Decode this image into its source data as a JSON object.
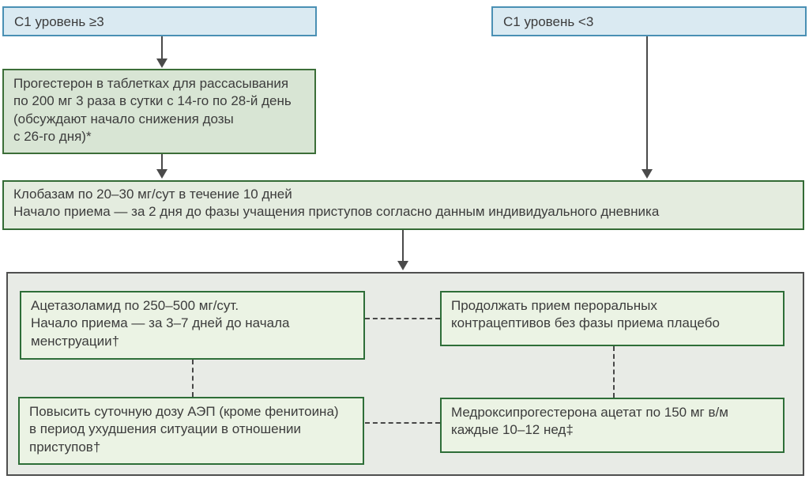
{
  "diagram": {
    "type": "clinical-flowchart",
    "language": "ru",
    "top_left_box": "C1 уровень ≥3",
    "top_right_box": "C1 уровень <3",
    "progesterone_box": "Прогестерон в таблетках для рассасывания\nпо 200 мг 3 раза в сутки с 14-го по 28-й день\n(обсуждают начало снижения дозы\nс 26-го дня)*",
    "clobazam_box": "Клобазам по 20–30 мг/сут в течение 10 дней\nНачало приема — за 2 дня до фазы учащения приступов согласно данным индивидуального дневника",
    "acetazolamide_box": "Ацетазоламид по 250–500 мг/сут.\nНачало приема — за 3–7 дней до начала\nменструации†",
    "oral_contraceptives_box": "Продолжать прием пероральных\nконтрацептивов без фазы приема плацебо",
    "aep_dose_box": "Повысить суточную дозу АЭП (кроме фенитоина)\nв период ухудшения ситуации в отношении\nприступов†",
    "medroxyprogesterone_box": "Медроксипрогестерона ацетат по 150 мг в/м\nкаждые 10–12 нед‡"
  },
  "colors": {
    "blue_box_fill": "#daeaf2",
    "blue_box_border": "#4a90b4",
    "green_box_fill_dark": "#d8e5d4",
    "green_box_fill_wide": "#e4ecdf",
    "green_box_fill_light": "#ebf3e4",
    "green_box_border": "#2e6e38",
    "container_fill": "#e8ebe6",
    "container_border": "#4f4f4f",
    "arrow_color": "#4a4a4a",
    "text_color": "#3c3c3c"
  }
}
